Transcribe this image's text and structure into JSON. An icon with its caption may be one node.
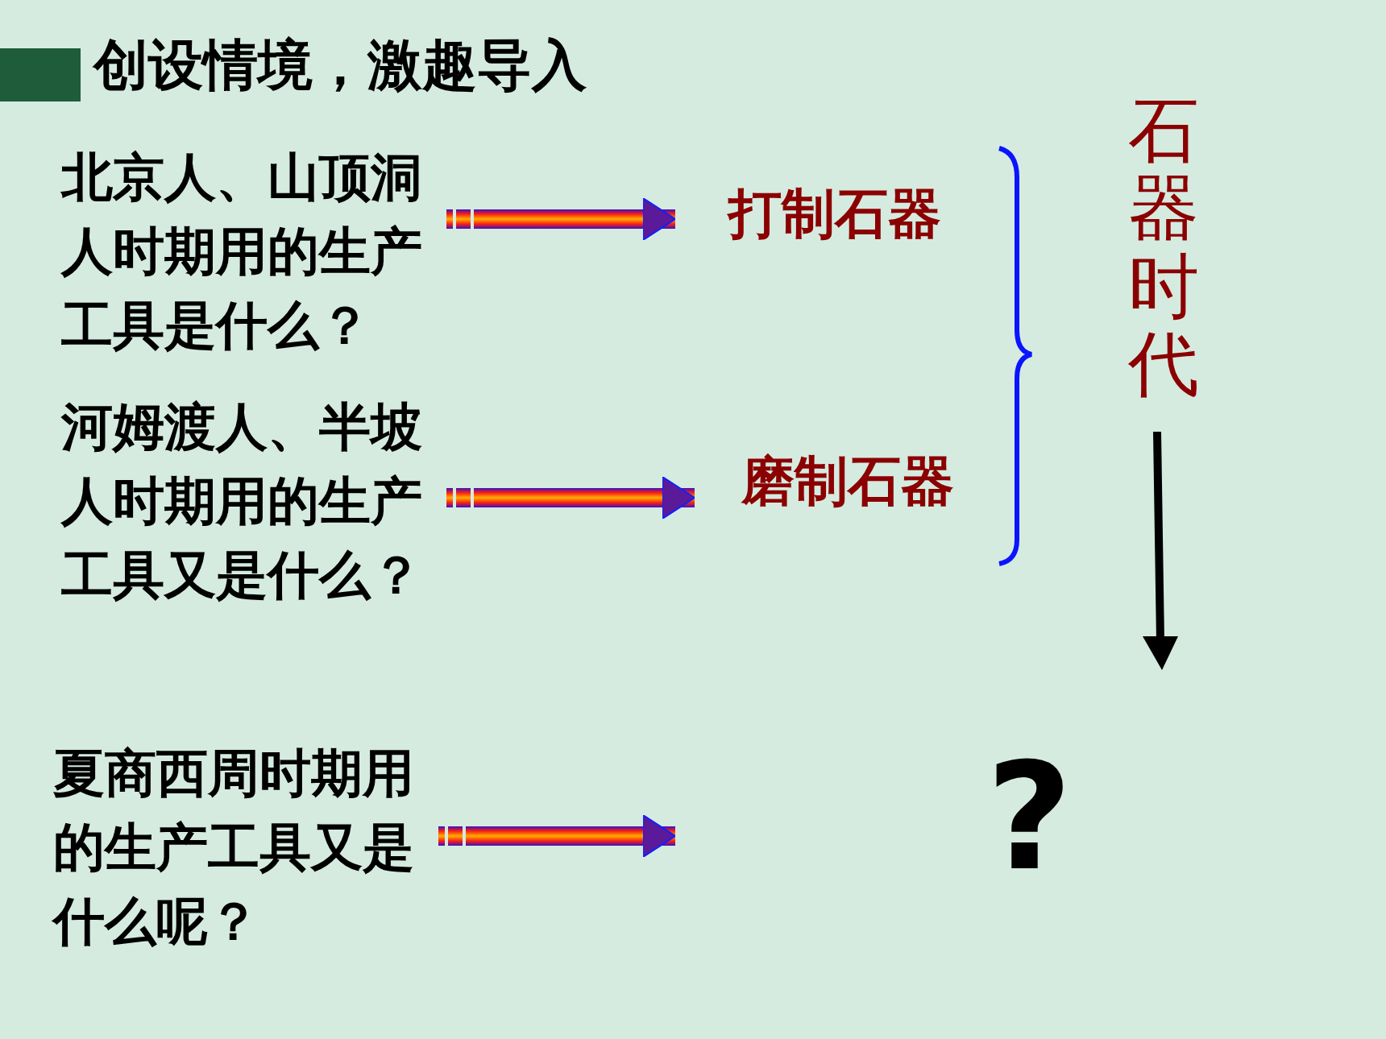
{
  "diagram": {
    "title": "创设情境，激趣导入",
    "nodes": [
      {
        "text": [
          "北京人、山顶洞人时期用的生产工具是什么？"
        ]
      },
      {
        "text": [
          "打制石器"
        ]
      },
      {
        "text": [
          "河姆渡人、半坡人时期用的生产工具又是什么？"
        ]
      },
      {
        "text": [
          "磨制石器"
        ]
      },
      {
        "text": [
          "石器时代"
        ]
      },
      {
        "text": [
          "夏商西周时期用的生产工具又是什么呢？"
        ]
      }
    ],
    "edges": [
      {
        "from": 0,
        "to": 1,
        "arrow": "to"
      },
      {
        "from": 2,
        "to": 3,
        "arrow": "to"
      },
      {
        "from": 5,
        "to": null,
        "arrow": "to"
      }
    ],
    "labels": [
      "?"
    ]
  }
}
